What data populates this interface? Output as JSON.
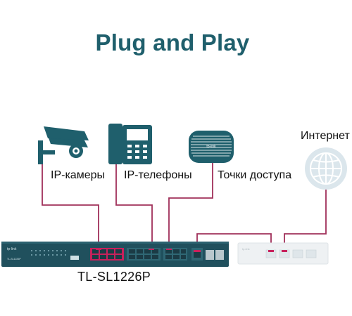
{
  "title": "Plug and Play",
  "devices": {
    "cameras_label": "IP-камеры",
    "phones_label": "IP-телефоны",
    "access_points_label": "Точки доступа",
    "internet_label": "Интернет"
  },
  "switch": {
    "model": "TL-SL1226P",
    "brand": "tp-link"
  },
  "colors": {
    "title": "#1f5f6c",
    "device_dark": "#1f5f6c",
    "cable": "#a0305a",
    "switch_body": "#20505d",
    "port_active": "#c8215c",
    "router_body": "#eef1f3",
    "globe": "#dbe6ec"
  },
  "icons": [
    "ip-camera-icon",
    "ip-phone-icon",
    "access-point-icon",
    "globe-icon"
  ]
}
